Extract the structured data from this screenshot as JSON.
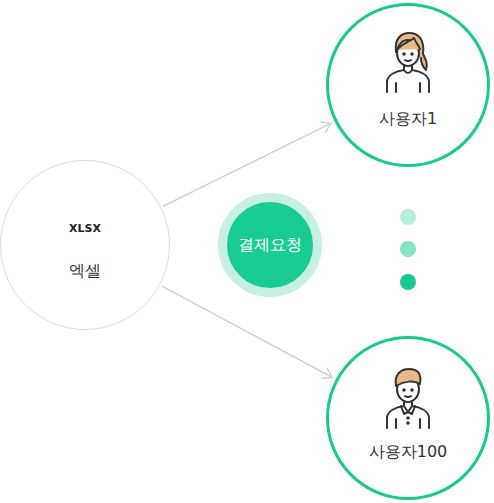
{
  "diagram": {
    "nodes": [
      {
        "text": [
          "XLSX",
          "엑셀"
        ]
      },
      {
        "text": [
          "결제요청"
        ]
      },
      {
        "text": [
          "사용자1"
        ]
      },
      {
        "text": [
          "사용자100"
        ]
      }
    ],
    "edges": [
      {
        "from": 0,
        "to": 2,
        "arrow": "to"
      },
      {
        "from": 0,
        "to": 3,
        "arrow": "to"
      }
    ]
  }
}
